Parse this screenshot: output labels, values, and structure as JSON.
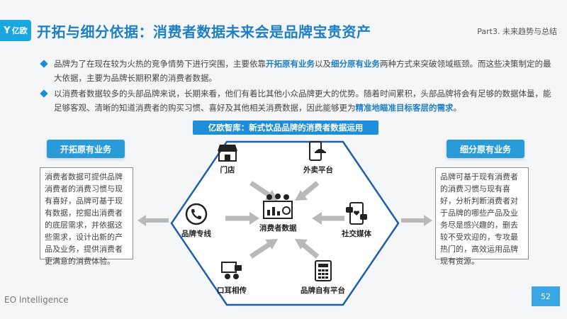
{
  "header": {
    "logo_text": "亿欧",
    "title": "开拓与细分依据：消费者数据未来会是品牌宝贵资产",
    "part_label": "Part3. 未来趋势与总结"
  },
  "bullets": [
    {
      "pre": "品牌为了在现在较为火热的竞争情势下进行突围，主要依靠",
      "hl1": "开拓原有业务",
      "mid": "以及",
      "hl2": "细分原有业务",
      "post": "两种方式来突破领域瓶颈。而这些决策制定的最大依据，主要为品牌长期积累的消费者数据。"
    },
    {
      "pre": "以消费者数据较多的头部品牌来说，长期来看，他们有着比其他小众品牌更大的优势。随着时间累积，头部品牌将会有足够的数据体量，能足够客观、清晰的知道消费者的购买习惯、喜好及其他相关消费数据，因此能够更为",
      "hl1": "精准地瞄准目标客层的需求",
      "post": "。"
    }
  ],
  "diagram": {
    "banner": "亿欧智库：新式饮品品牌的消费者数据运用",
    "center_label": "消费者数据",
    "nodes": {
      "store": "门店",
      "delivery": "外卖平台",
      "hotline": "品牌专线",
      "social": "社交媒体",
      "word_of_mouth": "口耳相传",
      "own_platform": "品牌自有平台"
    }
  },
  "left_panel": {
    "title": "开拓原有业务",
    "body": "消费者数据可提供品牌消费者的消费习惯与现有喜好，品牌可基于现有数据，挖掘出消费者的底层需求，并依据这些需求，设计出新的产品及业务，提供消费者更满意的消费体验。"
  },
  "right_panel": {
    "title": "细分原有业务",
    "body": "品牌可基于现有消费者的消费习惯与现有喜好，分析判断消费者对于品牌的哪些产品及业务尽是感兴趣的，删去较不受欢迎的，专攻最热门的，高效运用品牌现有资源。"
  },
  "footer": {
    "brand": "EO Intelligence",
    "page": "52"
  },
  "colors": {
    "accent": "#1f7fc4",
    "banner": "#1f8ed8",
    "side_title": "#2a9bd9"
  }
}
